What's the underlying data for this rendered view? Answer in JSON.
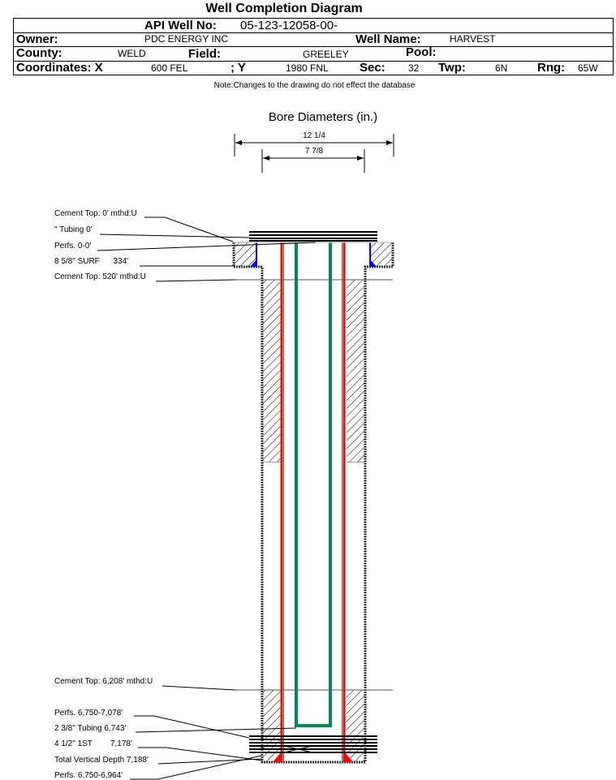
{
  "header": {
    "title": "Well Completion Diagram",
    "api_label": "API Well No:",
    "api_value": "05-123-12058-00-",
    "owner_label": "Owner:",
    "owner_value": "PDC ENERGY INC",
    "well_name_label": "Well Name:",
    "well_name_value": "HARVEST",
    "county_label": "County:",
    "county_value": "WELD",
    "field_label": "Field:",
    "field_value": "GREELEY",
    "pool_label": "Pool:",
    "coord_x_label": "Coordinates: X",
    "coord_x_value": "600 FEL",
    "coord_y_label": "; Y",
    "coord_y_value": "1980 FNL",
    "sec_label": "Sec:",
    "sec_value": "32",
    "twp_label": "Twp:",
    "twp_value": "6N",
    "rng_label": "Rng:",
    "rng_value": "65W",
    "note": "Note:Changes to the drawing do not effect the database"
  },
  "diagram": {
    "bore_title": "Bore Diameters (in.)",
    "bore_diameters": [
      "12 1/4",
      "7 7/8"
    ],
    "labels_top": [
      "Cement Top: 0' mthd:U",
      "\" Tubing 0'",
      "Perfs. 0-0'",
      "8 5/8\" SURF      334'",
      "Cement Top: 520' mthd:U"
    ],
    "labels_bottom": [
      "Cement Top: 6,208' mthd:U",
      "Perfs. 6,750-7,078'",
      "2 3/8\" Tubing 6,743'",
      "4 1/2\" 1ST        7,178'",
      "Total Vertical Depth 7,188'",
      "Perfs. 6,750-6,964'"
    ],
    "colors": {
      "casing": "#ff0000",
      "tubing": "#008060",
      "surface_liner": "#0000ff"
    }
  }
}
